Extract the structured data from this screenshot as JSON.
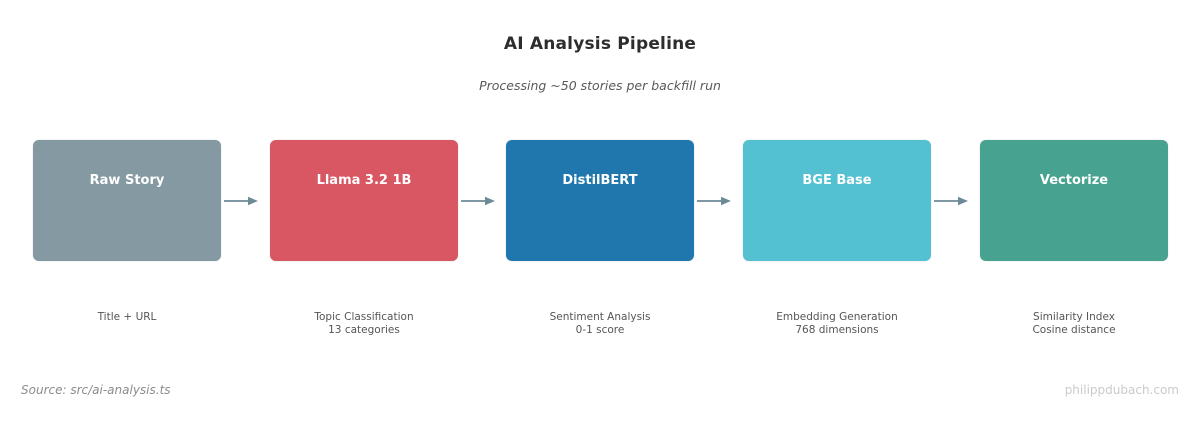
{
  "header": {
    "title": "AI Analysis Pipeline",
    "subtitle": "Processing ~50 stories per backfill run"
  },
  "stages": [
    {
      "label": "Raw Story",
      "color": "#8599a2",
      "desc_line1": "Title + URL",
      "desc_line2": ""
    },
    {
      "label": "Llama 3.2 1B",
      "color": "#d95762",
      "desc_line1": "Topic Classification",
      "desc_line2": "13 categories"
    },
    {
      "label": "DistilBERT",
      "color": "#1f77ad",
      "desc_line1": "Sentiment Analysis",
      "desc_line2": "0-1 score"
    },
    {
      "label": "BGE Base",
      "color": "#54c1d3",
      "desc_line1": "Embedding Generation",
      "desc_line2": "768 dimensions"
    },
    {
      "label": "Vectorize",
      "color": "#47a390",
      "desc_line1": "Similarity Index",
      "desc_line2": "Cosine distance"
    }
  ],
  "colors": {
    "arrow": "#6d8a97"
  },
  "footer": {
    "source": "Source: src/ai-analysis.ts",
    "site": "philippdubach.com"
  }
}
